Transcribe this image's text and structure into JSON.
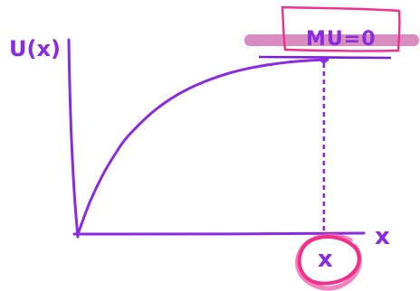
{
  "colors": {
    "curve": "#8a2be2",
    "axis": "#8a2be2",
    "tangent": "#7b1fd6",
    "highlight": "#d98cc0",
    "box": "#f0308a",
    "circle": "#f0308a",
    "circle_fill": "#ee5aa8"
  },
  "chart_data": {
    "type": "line",
    "ylabel": "U(x)",
    "xlabel": "x",
    "series": [
      {
        "values_description_free": true,
        "x": [
          0,
          0.05,
          0.1,
          0.15,
          0.2,
          0.3,
          0.4,
          0.5,
          0.6,
          0.7,
          0.8,
          0.9,
          1.0
        ],
        "y": [
          0,
          0.19,
          0.34,
          0.46,
          0.56,
          0.7,
          0.8,
          0.87,
          0.92,
          0.955,
          0.978,
          0.993,
          1.0
        ]
      }
    ],
    "annotations": {
      "max_label": "MU=0",
      "x_tick_label": "x"
    },
    "x_marker": 0.985,
    "xlim": [
      0,
      1.15
    ],
    "ylim": [
      0,
      1.05
    ]
  }
}
